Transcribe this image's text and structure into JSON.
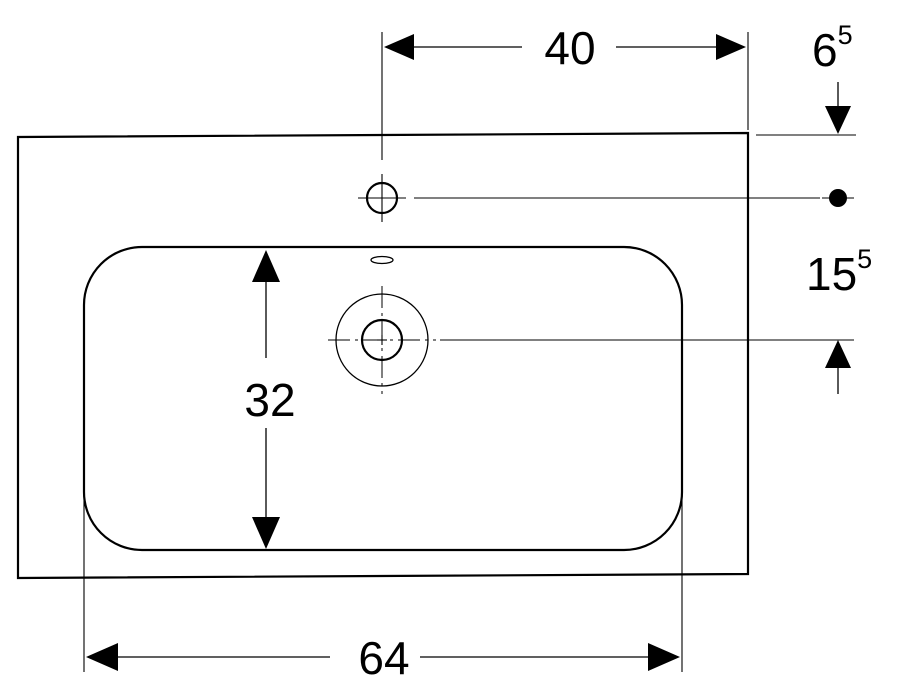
{
  "dimensions": {
    "top_width": {
      "main": "40"
    },
    "top_offset": {
      "main": "6",
      "sup": "5"
    },
    "drain_offset": {
      "main": "15",
      "sup": "5"
    },
    "bowl_height": {
      "main": "32"
    },
    "bowl_width": {
      "main": "64"
    }
  }
}
